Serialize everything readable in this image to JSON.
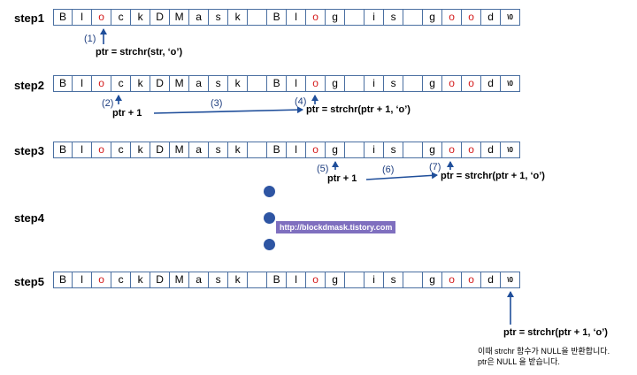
{
  "cells": [
    "B",
    "l",
    "o",
    "c",
    "k",
    "D",
    "M",
    "a",
    "s",
    "k",
    "",
    "B",
    "l",
    "o",
    "g",
    "",
    "i",
    "s",
    "",
    "g",
    "o",
    "o",
    "d",
    "\\0"
  ],
  "highlight_char": "o",
  "steps": [
    "step1",
    "step2",
    "step3",
    "step4",
    "step5"
  ],
  "annotations": {
    "s1_num": "(1)",
    "s1_expr": "ptr = strchr(str, ‘o’)",
    "s2_num_a": "(2)",
    "s2_ptr_plus": "ptr + 1",
    "s2_num_b": "(3)",
    "s2_num_c": "(4)",
    "s2_expr": "ptr = strchr(ptr + 1, ‘o’)",
    "s3_num_a": "(5)",
    "s3_ptr_plus": "ptr + 1",
    "s3_num_b": "(6)",
    "s3_num_c": "(7)",
    "s3_expr": "ptr = strchr(ptr + 1, ‘o’)",
    "s5_expr": "ptr = strchr(ptr + 1, ‘o’)"
  },
  "watermark": "http://blockdmask.tistory.com",
  "note_line1": "이때 strchr 함수가 NULL을 반환합니다.",
  "note_line2": "ptr은 NULL 을 받습니다.",
  "colors": {
    "arrow": "#1f4e9a",
    "highlight": "#d41a1a",
    "cell_border": "#4a6fa1",
    "dot": "#2e55a3"
  }
}
